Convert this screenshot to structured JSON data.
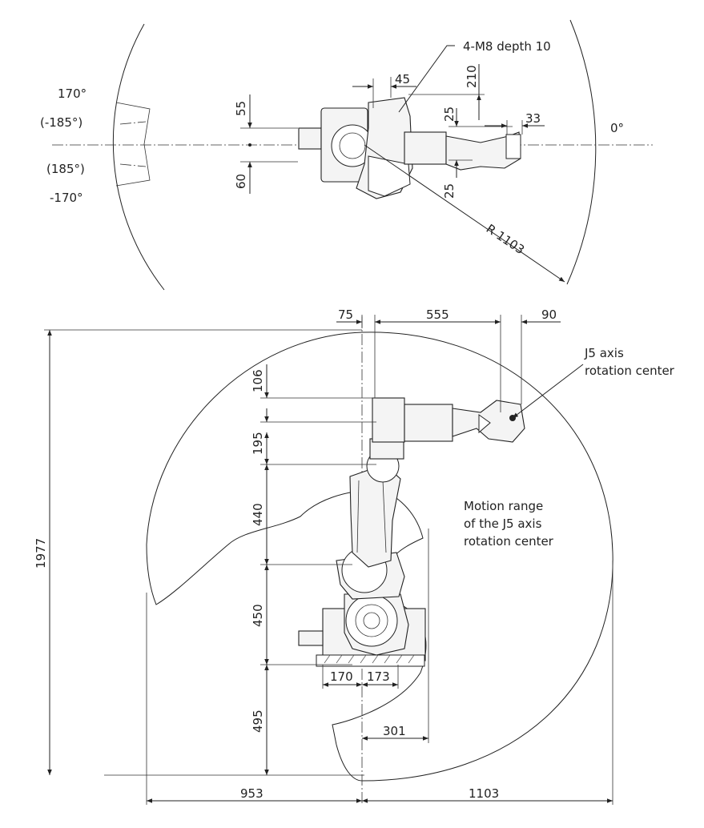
{
  "top_view": {
    "angles": {
      "a170": "170°",
      "a_neg185": "(-185°)",
      "a185": "(185°)",
      "a_neg170": "-170°",
      "a0": "0°"
    },
    "note_holes": "4-M8 depth 10",
    "dims": {
      "d45": "45",
      "d210": "210",
      "d55": "55",
      "d60": "60",
      "d25_top": "25",
      "d25_bottom": "25",
      "d33": "33",
      "radius": "R 1103"
    }
  },
  "side_view": {
    "dims": {
      "d75": "75",
      "d555": "555",
      "d90": "90",
      "d106": "106",
      "d195": "195",
      "d440": "440",
      "d450": "450",
      "d495": "495",
      "d1977": "1977",
      "d170": "170",
      "d173": "173",
      "d301": "301",
      "d953": "953",
      "d1103": "1103"
    },
    "j5_label_line1": "J5 axis",
    "j5_label_line2": "rotation center",
    "motion_line1": "Motion range",
    "motion_line2": "of the J5 axis",
    "motion_line3": "rotation center"
  }
}
